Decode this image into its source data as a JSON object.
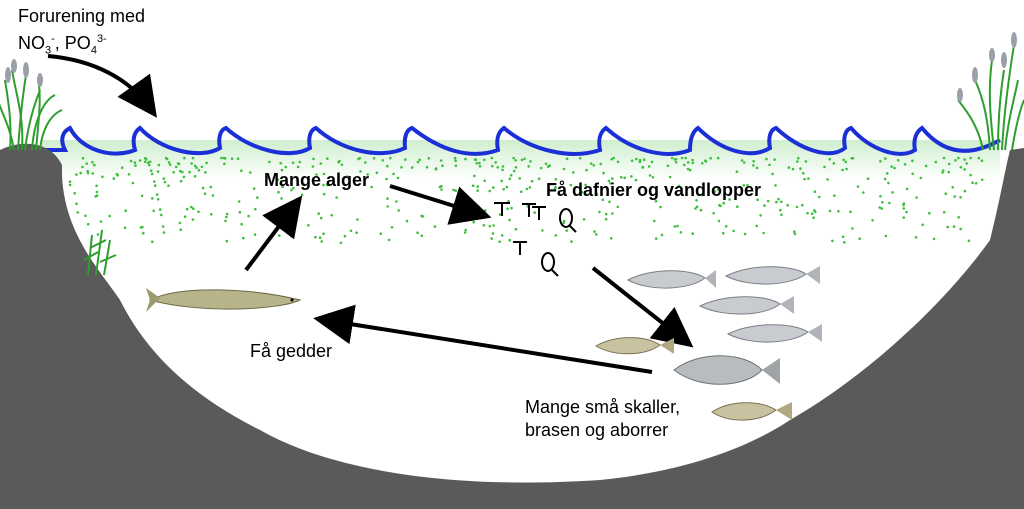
{
  "labels": {
    "pollution_line1": "Forurening med",
    "pollution_line2_a": "NO",
    "pollution_line2_sub1": "3",
    "pollution_line2_sup1": "-",
    "pollution_line2_b": ", PO",
    "pollution_line2_sub2": "4",
    "pollution_line2_sup2": "3-",
    "many_algae": "Mange alger",
    "few_daphnia": "Få dafnier og vandlopper",
    "few_pike": "Få gedder",
    "many_fish_line1": "Mange små skaller,",
    "many_fish_line2": "brasen og aborrer"
  },
  "colors": {
    "water_line": "#1a2fd6",
    "algae": "#3cbf3c",
    "bank": "#5a5a5a",
    "reed": "#2e9e2e"
  }
}
